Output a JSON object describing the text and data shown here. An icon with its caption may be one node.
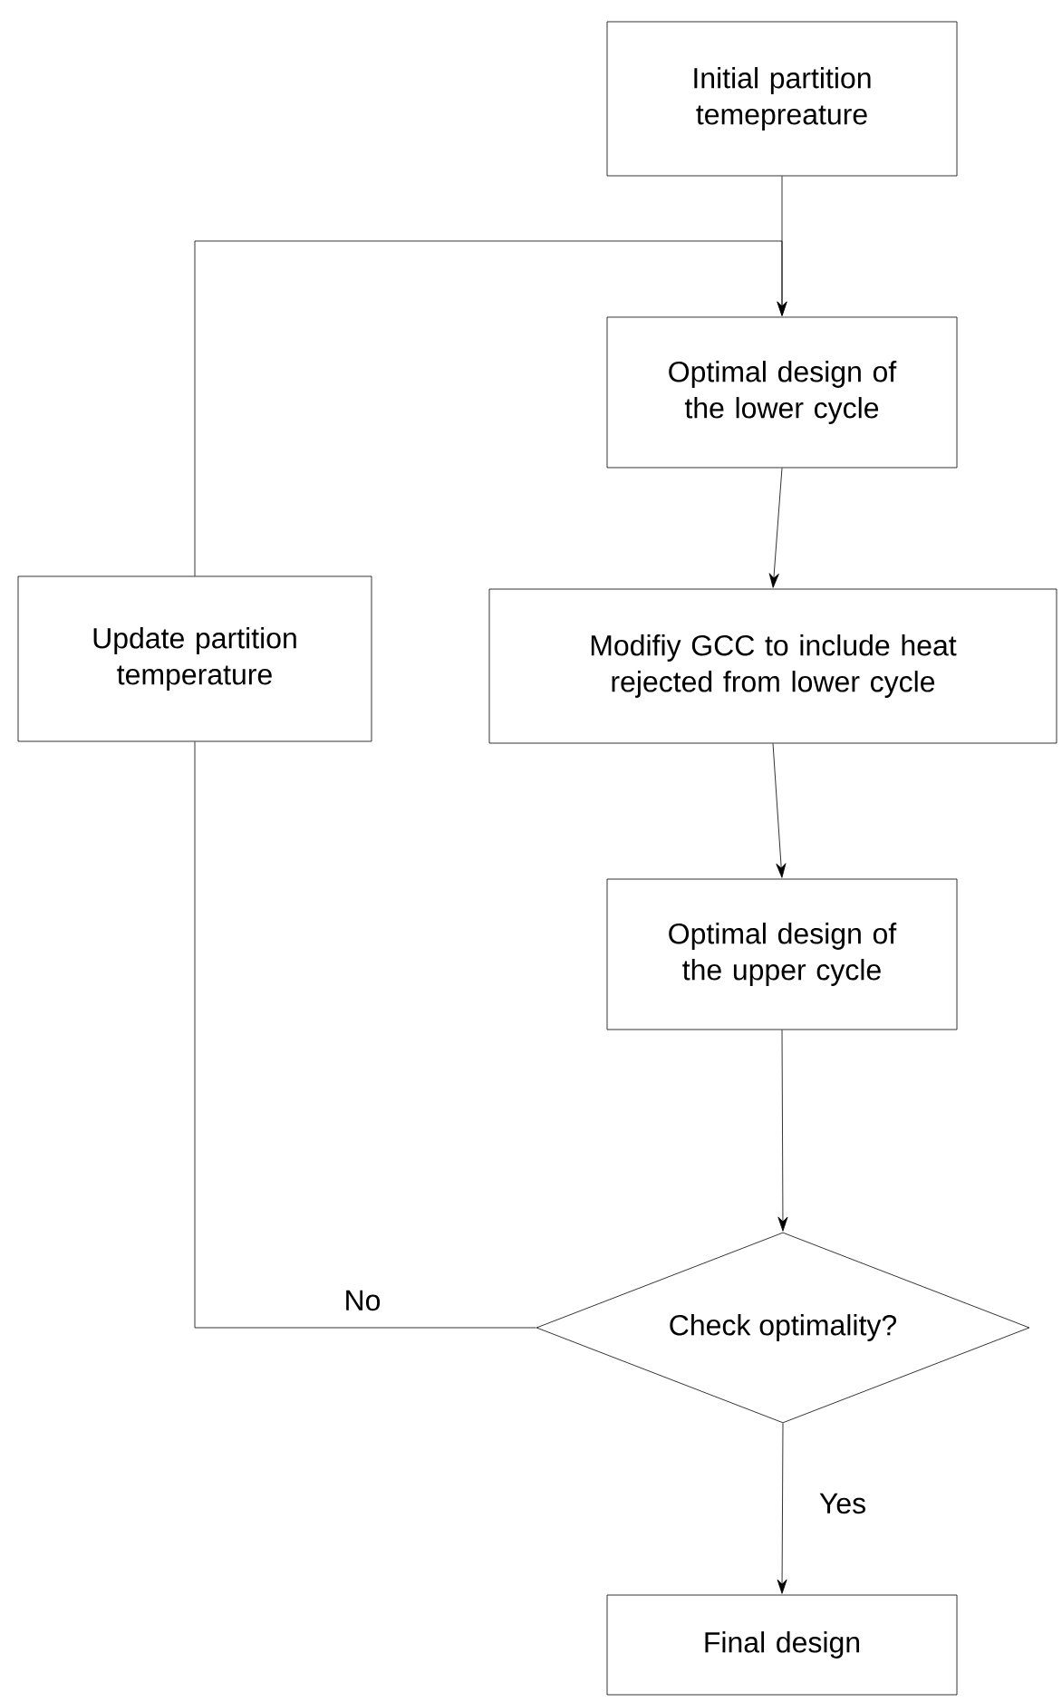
{
  "diagram": {
    "nodes": [
      {
        "text": [
          "Initial partition temepreature"
        ]
      },
      {
        "text": [
          "Optimal design of the lower cycle"
        ]
      },
      {
        "text": [
          "Modifiy GCC to include heat rejected from lower cycle"
        ]
      },
      {
        "text": [
          "Update partition temperature"
        ]
      },
      {
        "text": [
          "Optimal design of the upper cycle"
        ]
      },
      {
        "text": [
          "Check optimality?"
        ]
      },
      {
        "text": [
          "Final design"
        ]
      }
    ],
    "edges": [
      {
        "from": 0,
        "to": 1,
        "arrow": "to"
      },
      {
        "from": 1,
        "to": 2,
        "arrow": "to"
      },
      {
        "from": 2,
        "to": 4,
        "arrow": "to"
      },
      {
        "from": 4,
        "to": 5,
        "arrow": "to"
      },
      {
        "from": 5,
        "to": 6,
        "arrow": "to",
        "label": "Yes"
      },
      {
        "from": 5,
        "to": 3,
        "arrow": "none",
        "label": "No"
      },
      {
        "from": 3,
        "to": 1,
        "arrow": "to"
      }
    ]
  }
}
